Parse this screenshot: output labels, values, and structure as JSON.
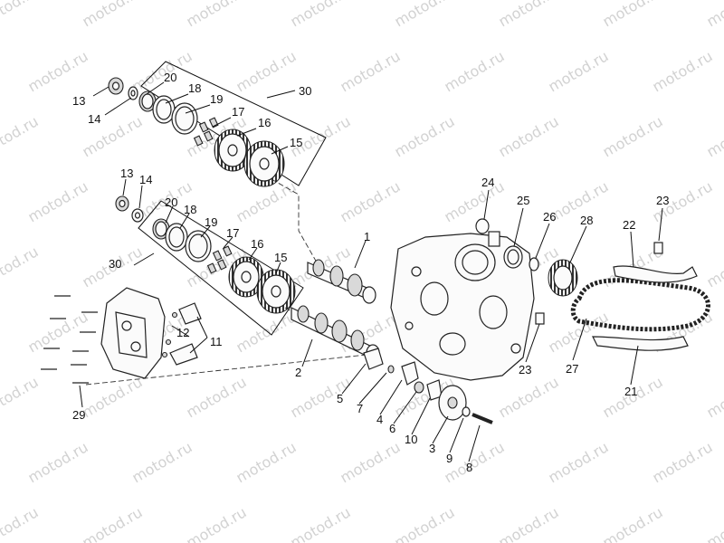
{
  "watermark": "motod.ru",
  "labels": {
    "l1": "1",
    "l2": "2",
    "l3": "3",
    "l4": "4",
    "l5": "5",
    "l6": "6",
    "l7": "7",
    "l8": "8",
    "l9": "9",
    "l10": "10",
    "l11": "11",
    "l12": "12",
    "l13a": "13",
    "l13b": "13",
    "l14a": "14",
    "l14b": "14",
    "l15a": "15",
    "l15b": "15",
    "l16a": "16",
    "l16b": "16",
    "l17a": "17",
    "l17b": "17",
    "l18a": "18",
    "l18b": "18",
    "l19a": "19",
    "l19b": "19",
    "l20a": "20",
    "l20b": "20",
    "l21": "21",
    "l22": "22",
    "l23a": "23",
    "l23b": "23",
    "l24": "24",
    "l25": "25",
    "l26": "26",
    "l27": "27",
    "l28": "28",
    "l29": "29",
    "l30a": "30",
    "l30b": "30"
  }
}
